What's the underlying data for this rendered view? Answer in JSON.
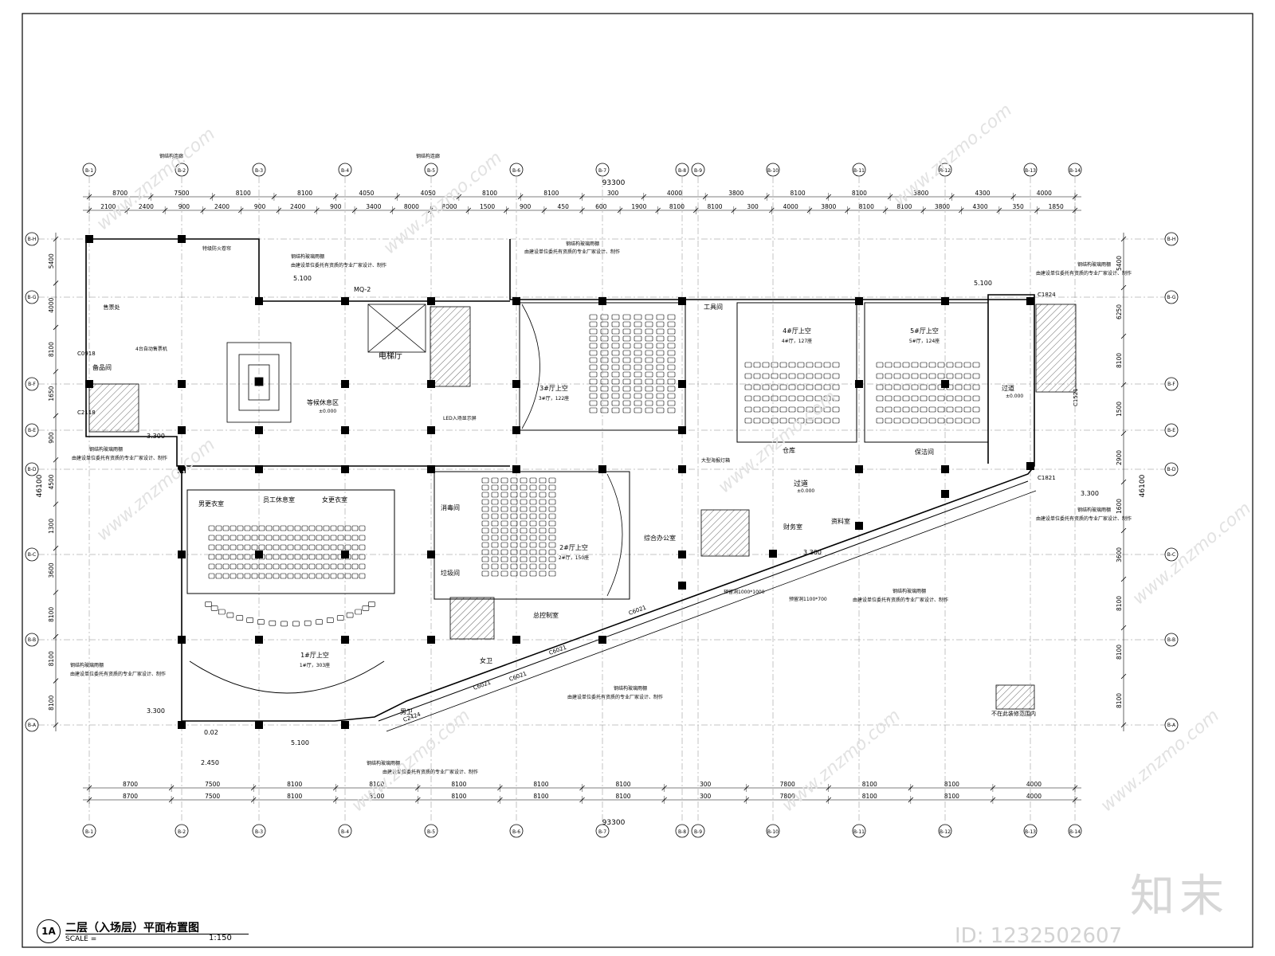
{
  "drawing": {
    "title": "二层（入场层）平面布置图",
    "label": "1A",
    "scale_label": "SCALE =",
    "scale": "1:150"
  },
  "axes_top": [
    "B-1",
    "B-2",
    "B-3",
    "B-4",
    "B-5",
    "B-6",
    "B-7",
    "B-8",
    "B-9",
    "B-10",
    "B-11",
    "B-12",
    "B-13",
    "B-14"
  ],
  "axes_side": [
    "B-H",
    "B-G",
    "B-F",
    "B-E",
    "B-D",
    "B-C",
    "B-B",
    "B-A"
  ],
  "dims_top_1": [
    "8700",
    "7500",
    "8100",
    "8100",
    "4050",
    "4050",
    "8100",
    "8100",
    "300",
    "4000",
    "3800",
    "8100",
    "8100",
    "3800",
    "4300",
    "4000"
  ],
  "dims_top_2": [
    "2100",
    "2400",
    "900",
    "2400",
    "900",
    "2400",
    "900",
    "3400",
    "8000",
    "8000",
    "1500",
    "900",
    "450",
    "600",
    "1900",
    "8100",
    "8100",
    "300",
    "4000",
    "3800",
    "8100",
    "8100",
    "3800",
    "4300",
    "350",
    "1850"
  ],
  "dims_bottom_1": [
    "8700",
    "7500",
    "8100",
    "8100",
    "8100",
    "8100",
    "8100",
    "300",
    "7800",
    "8100",
    "8100",
    "4000"
  ],
  "dims_bottom_2": [
    "8700",
    "7500",
    "8100",
    "8100",
    "8100",
    "8100",
    "8100",
    "300",
    "7800",
    "8100",
    "8100",
    "4000"
  ],
  "total_width": "93300",
  "dims_left": [
    "5400",
    "4000",
    "8100",
    "1650",
    "900",
    "4500",
    "1300",
    "3600",
    "8100",
    "8100",
    "8100"
  ],
  "dims_right": [
    "5400",
    "6250",
    "8100",
    "1500",
    "2900",
    "1600",
    "3600",
    "8100",
    "8100",
    "8100"
  ],
  "total_height": "46100",
  "rooms": {
    "elevator_hall": "电梯厅",
    "hall3": "3#厅上空",
    "hall3_info": "3#厅，122座",
    "hall4": "4#厅上空",
    "hall4_info": "4#厅，127座",
    "hall5": "5#厅上空",
    "hall5_info": "5#厅，124座",
    "hall2": "2#厅上空",
    "hall2_info": "2#厅，150座",
    "hall1": "1#厅上空",
    "hall1_info": "1#厅，303座",
    "corridor": "过道",
    "corridor2": "过道",
    "storage": "仓库",
    "cleaning": "保洁间",
    "tool_room": "工具间",
    "office": "综合办公室",
    "finance": "财务室",
    "data_room": "资料室",
    "male_locker": "男更衣室",
    "female_locker": "女更衣室",
    "staff_rest": "员工休息室",
    "disinfect": "消毒间",
    "garbage": "垃圾间",
    "general_ctrl": "总控制室",
    "ladies": "女卫",
    "mens": "男卫",
    "prep_room": "备品间",
    "waiting": "等候休息区",
    "ticket": "售票处",
    "not_in_scope": "不在此装修范围内"
  },
  "notes": {
    "steel_glass": "钢结构玻璃雨棚",
    "steel_glass_note": "由建设单位委托有资质的专业厂家设计、制作",
    "steel_stair": "钢结构连廊",
    "level_5100": "5.100",
    "level_3300": "3.300",
    "level_0": "±0.000",
    "level_2450": "2.450",
    "level_002": "0.02",
    "led_screen": "LED入场显示屏",
    "auto_ticket": "4台自动售票机",
    "fire_shutter": "特级防火卷帘",
    "big_lamp": "大型海报灯箱",
    "mq": "MQ-2",
    "reserve_hole": "预留洞1000*1000",
    "reserve_hole2": "预留洞1100*700"
  },
  "windows": [
    "C0918",
    "C2118",
    "C6021",
    "C6021",
    "C6021",
    "C6021",
    "C2424",
    "C1821",
    "C1824",
    "C1521"
  ],
  "watermark": "www.znzmo.com",
  "brand": "知末",
  "id_text": "ID: 1232502607"
}
